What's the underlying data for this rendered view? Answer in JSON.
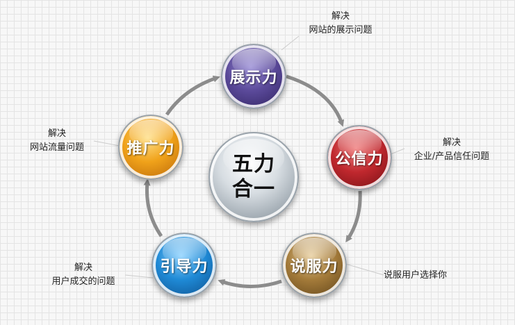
{
  "center": {
    "line1": "五力",
    "line2": "合一"
  },
  "nodes": {
    "top": {
      "label": "展示力",
      "note_line1": "解决",
      "note_line2": "网站的展示问题"
    },
    "right": {
      "label": "公信力",
      "note_line1": "解决",
      "note_line2": "企业/产品信任问题"
    },
    "bright": {
      "label": "说服力",
      "note_line1": "说服用户选择你"
    },
    "bleft": {
      "label": "引导力",
      "note_line1": "解决",
      "note_line2": "用户成交的问题"
    },
    "left": {
      "label": "推广力",
      "note_line1": "解决",
      "note_line2": "网站流量问题"
    }
  },
  "colors": {
    "top": "#4a3a8a",
    "right": "#b0242a",
    "bright": "#93692e",
    "bleft": "#1a7fc9",
    "left": "#ec9a16",
    "arrow": "#8c8c8c"
  }
}
